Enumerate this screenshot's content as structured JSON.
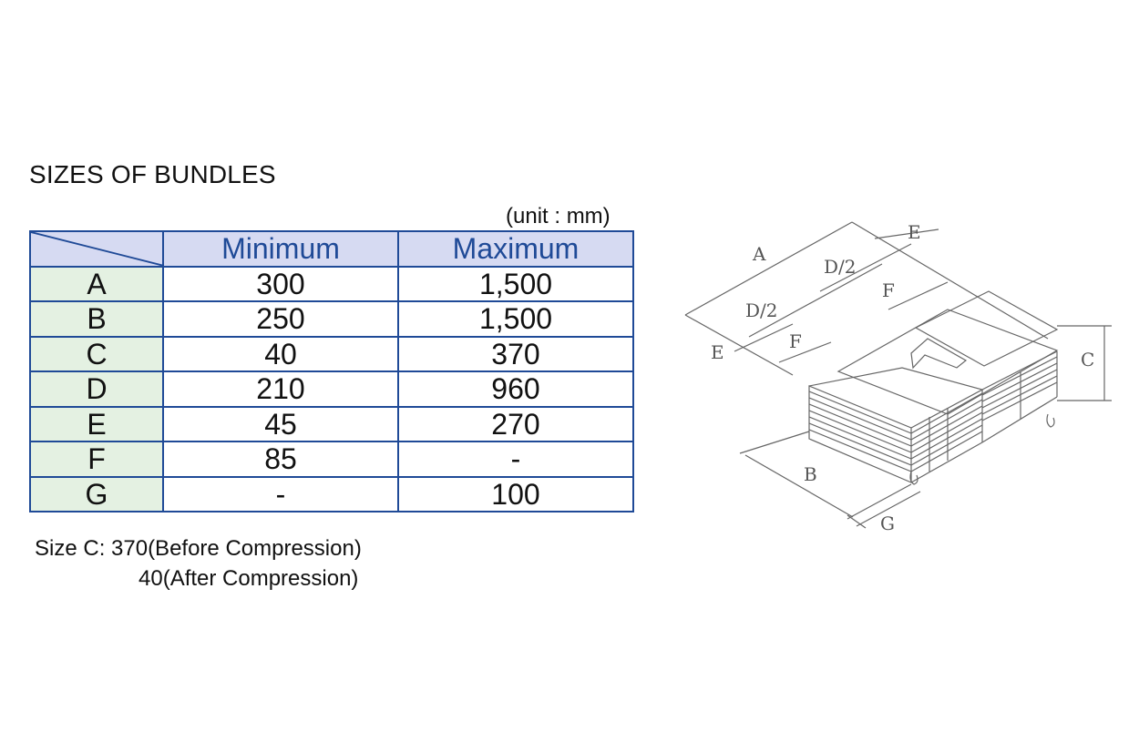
{
  "title": "SIZES OF BUNDLES",
  "unit": "(unit : mm)",
  "table": {
    "headers": [
      "Minimum",
      "Maximum"
    ],
    "rows": [
      {
        "label": "A",
        "min": "300",
        "max": "1,500"
      },
      {
        "label": "B",
        "min": "250",
        "max": "1,500"
      },
      {
        "label": "C",
        "min": "40",
        "max": "370"
      },
      {
        "label": "D",
        "min": "210",
        "max": "960"
      },
      {
        "label": "E",
        "min": "45",
        "max": "270"
      },
      {
        "label": "F",
        "min": "85",
        "max": "-"
      },
      {
        "label": "G",
        "min": "-",
        "max": "100"
      }
    ]
  },
  "note": {
    "line1": "Size C: 370(Before Compression)",
    "line2": "40(After Compression)"
  },
  "diagram": {
    "labels": {
      "A": "A",
      "B": "B",
      "C": "C",
      "D_half_top": "D/2",
      "D_half_bottom": "D/2",
      "E_top": "E",
      "E_left": "E",
      "F_top": "F",
      "F_bottom": "F",
      "G": "G"
    }
  },
  "colors": {
    "border": "#1f4a97",
    "header_bg": "#d6daf2",
    "header_text": "#1f4a97",
    "label_bg": "#e4f1e2",
    "drawing": "#666666"
  }
}
